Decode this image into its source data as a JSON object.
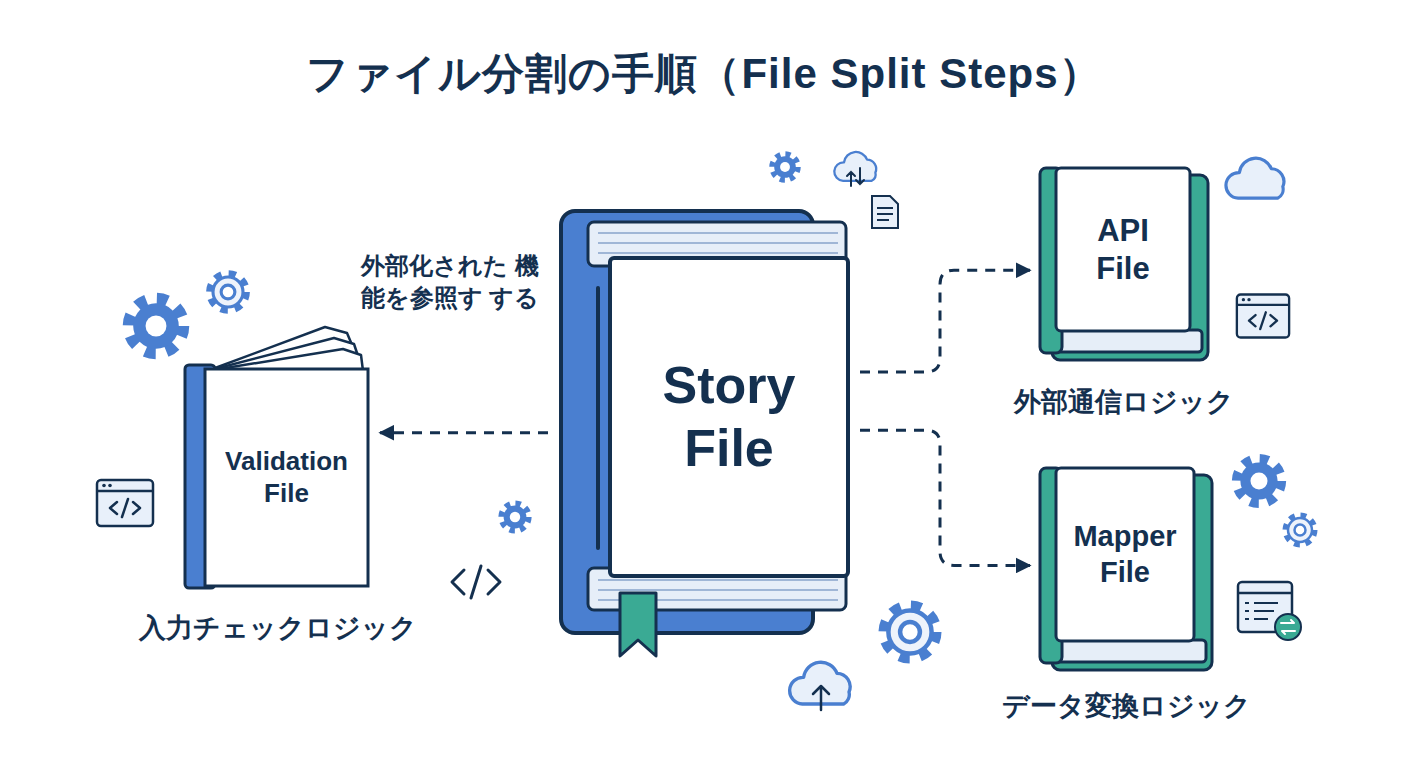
{
  "diagram": {
    "title": "ファイル分割の手順（File Split Steps）",
    "nodes": [
      {
        "text": [
          "Story File"
        ]
      },
      {
        "text": [
          "Validation File",
          "入力チェックロジック"
        ]
      },
      {
        "text": [
          "API File",
          "外部通信ロジック"
        ]
      },
      {
        "text": [
          "Mapper File",
          "データ変換ロジック"
        ]
      }
    ],
    "edges": [
      {
        "from": 0,
        "to": 1,
        "arrow": "to",
        "label": "外部化された 機能を参照す する"
      },
      {
        "from": 0,
        "to": 2,
        "arrow": "to"
      },
      {
        "from": 0,
        "to": 3,
        "arrow": "to"
      }
    ]
  }
}
